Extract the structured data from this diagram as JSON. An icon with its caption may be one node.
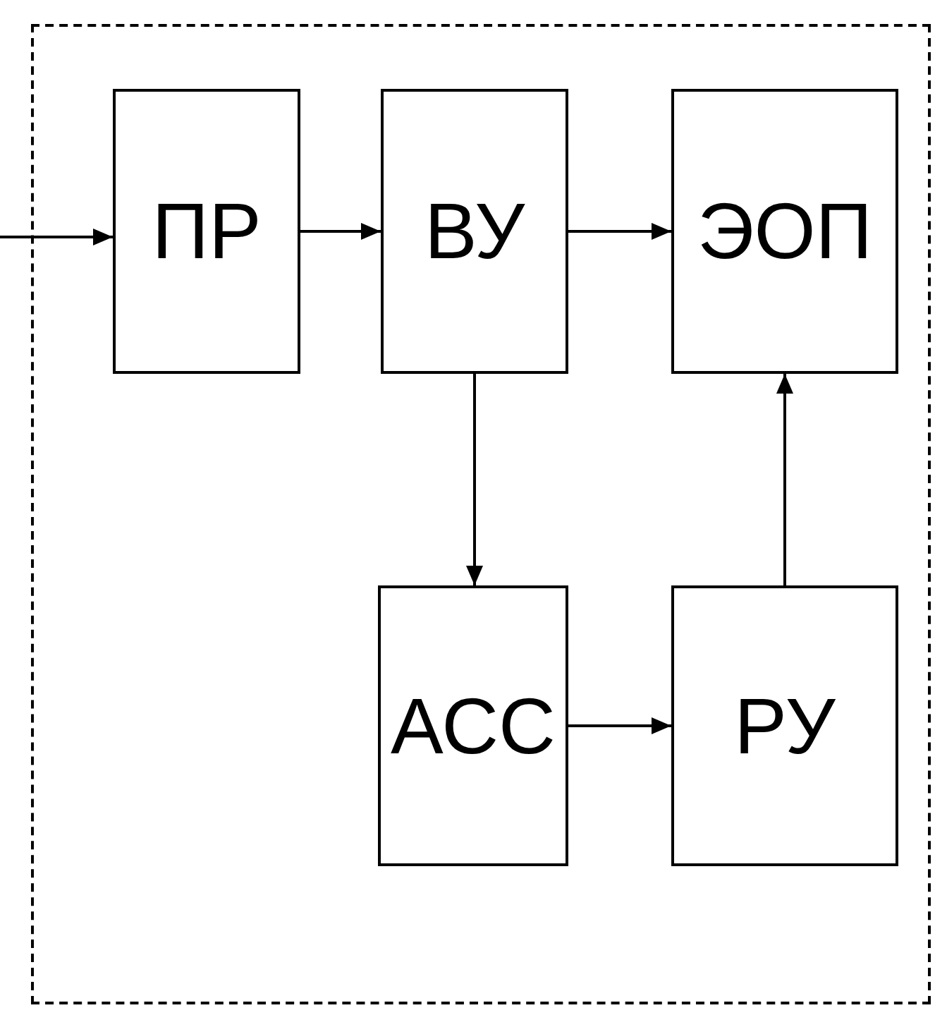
{
  "diagram": {
    "nodes": [
      {
        "text": [],
        "shape": "box"
      },
      {
        "text": [
          "ПР"
        ],
        "in": 0
      },
      {
        "text": [
          "ВУ"
        ],
        "in": 0
      },
      {
        "text": [
          "ЭОП"
        ],
        "in": 0
      },
      {
        "text": [
          "АСС"
        ],
        "in": 0
      },
      {
        "text": [
          "РУ"
        ],
        "in": 0
      }
    ],
    "edges": [
      {
        "from": null,
        "to": 1,
        "arrow": "to"
      },
      {
        "from": 1,
        "to": 2,
        "arrow": "to"
      },
      {
        "from": 2,
        "to": 3,
        "arrow": "to"
      },
      {
        "from": 2,
        "to": 4,
        "arrow": "to"
      },
      {
        "from": 4,
        "to": 5,
        "arrow": "to"
      },
      {
        "from": 5,
        "to": 3,
        "arrow": "to"
      }
    ]
  }
}
